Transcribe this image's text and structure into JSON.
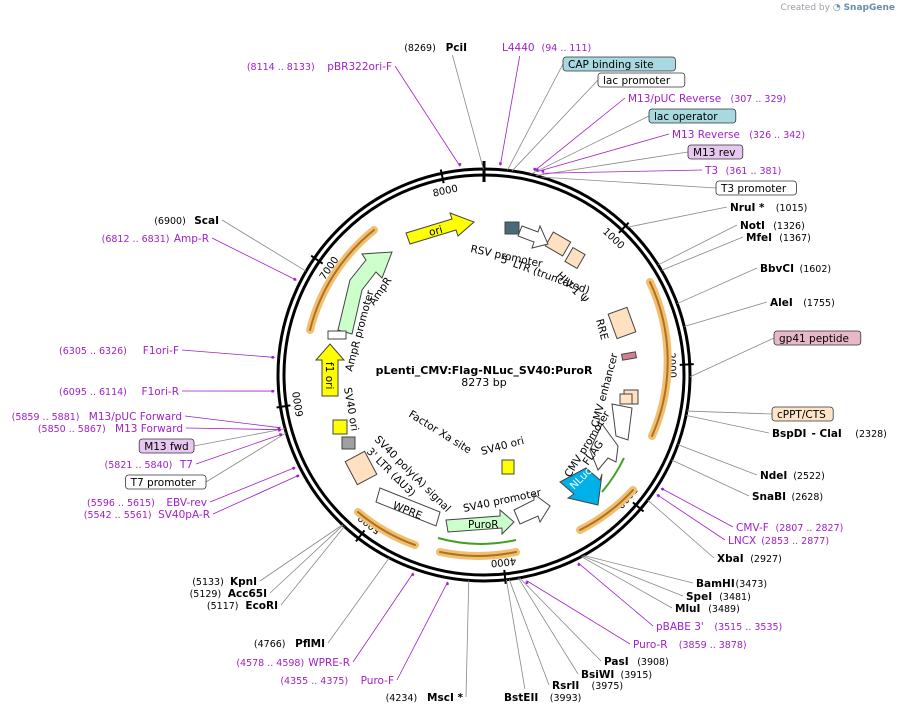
{
  "header": {
    "created_by": "Created by",
    "brand": "SnapGene"
  },
  "plasmid": {
    "name": "pLenti_CMV:Flag-NLuc_SV40:PuroR",
    "length": "8273 bp",
    "total_bp": 8273
  },
  "colors": {
    "primer": "#a020c8",
    "feature_orange": "#f0a040",
    "ori": "#ffff00",
    "ampr": "#ccffcc",
    "lac_box": "#a8d8e0",
    "m13rev_box": "#e8c8f0",
    "gp41_box": "#e8b8c8",
    "cppt_box": "#ffe4c8",
    "nluc": "#00b0e8",
    "puro": "#ccffcc",
    "ltr": "#ffe0c0",
    "grey_box": "#a0a0a0"
  },
  "ticks": [
    {
      "pos": 1000,
      "label": "1000"
    },
    {
      "pos": 2000,
      "label": "2000"
    },
    {
      "pos": 3000,
      "label": "3000"
    },
    {
      "pos": 4000,
      "label": "4000"
    },
    {
      "pos": 5000,
      "label": "5000"
    },
    {
      "pos": 6000,
      "label": "6000"
    },
    {
      "pos": 7000,
      "label": "7000"
    },
    {
      "pos": 8000,
      "label": "8000"
    }
  ],
  "labels": [
    {
      "id": "pci",
      "kind": "site",
      "name": "PciI",
      "coord": "(8269)",
      "bp": 8269
    },
    {
      "id": "l4440",
      "kind": "primer",
      "name": "L4440",
      "coord": "(94 .. 111)",
      "bp": 102
    },
    {
      "id": "cap",
      "kind": "feature-box",
      "name": "CAP binding site",
      "box": "lac_box",
      "bp": 150
    },
    {
      "id": "lacp",
      "kind": "feature-box",
      "name": "lac promoter",
      "box": "white",
      "bp": 180
    },
    {
      "id": "m13puc",
      "kind": "primer",
      "name": "M13/pUC Reverse",
      "coord": "(307 .. 329)",
      "bp": 318
    },
    {
      "id": "lacop",
      "kind": "feature-box",
      "name": "lac operator",
      "box": "lac_box",
      "bp": 300
    },
    {
      "id": "m13rev",
      "kind": "primer",
      "name": "M13 Reverse",
      "coord": "(326 .. 342)",
      "bp": 334
    },
    {
      "id": "m13revbox",
      "kind": "feature-box",
      "name": "M13 rev",
      "box": "m13rev_box",
      "bp": 334
    },
    {
      "id": "t3",
      "kind": "primer",
      "name": "T3",
      "coord": "(361 .. 381)",
      "bp": 371
    },
    {
      "id": "t3p",
      "kind": "feature-box",
      "name": "T3 promoter",
      "box": "white",
      "bp": 371
    },
    {
      "id": "nru",
      "kind": "site",
      "name": "NruI *",
      "coord": "(1015)",
      "bp": 1015
    },
    {
      "id": "not",
      "kind": "site",
      "name": "NotI",
      "coord": "(1326)",
      "bp": 1326
    },
    {
      "id": "mfe",
      "kind": "site",
      "name": "MfeI",
      "coord": "(1367)",
      "bp": 1367
    },
    {
      "id": "bbvci",
      "kind": "site",
      "name": "BbvCI",
      "coord": "(1602)",
      "bp": 1602
    },
    {
      "id": "ale",
      "kind": "site",
      "name": "AleI",
      "coord": "(1755)",
      "bp": 1755
    },
    {
      "id": "gp41",
      "kind": "feature-box",
      "name": "gp41 peptide",
      "box": "gp41_box",
      "bp": 2080
    },
    {
      "id": "cppt",
      "kind": "feature-box",
      "name": "cPPT/CTS",
      "box": "cppt_box",
      "bp": 2300
    },
    {
      "id": "bspdi",
      "kind": "site",
      "name": "BspDI",
      "coord": "(2328)",
      "bp": 2328,
      "extra": "- ClaI"
    },
    {
      "id": "nde",
      "kind": "site",
      "name": "NdeI",
      "coord": "(2522)",
      "bp": 2522
    },
    {
      "id": "snabi",
      "kind": "site",
      "name": "SnaBI",
      "coord": "(2628)",
      "bp": 2628
    },
    {
      "id": "cmvf",
      "kind": "primer",
      "name": "CMV-F",
      "coord": "(2807 .. 2827)",
      "bp": 2817
    },
    {
      "id": "lncx",
      "kind": "primer",
      "name": "LNCX",
      "coord": "(2853 .. 2877)",
      "bp": 2865
    },
    {
      "id": "xba",
      "kind": "site",
      "name": "XbaI",
      "coord": "(2927)",
      "bp": 2927
    },
    {
      "id": "bamhi",
      "kind": "site",
      "name": "BamHI",
      "coord": "(3473)",
      "bp": 3473
    },
    {
      "id": "spe",
      "kind": "site",
      "name": "SpeI",
      "coord": "(3481)",
      "bp": 3481
    },
    {
      "id": "mlu",
      "kind": "site",
      "name": "MluI",
      "coord": "(3489)",
      "bp": 3489
    },
    {
      "id": "pbabe",
      "kind": "primer",
      "name": "pBABE 3'",
      "coord": "(3515 .. 3535)",
      "bp": 3525
    },
    {
      "id": "puror",
      "kind": "primer",
      "name": "Puro-R",
      "coord": "(3859 .. 3878)",
      "bp": 3868
    },
    {
      "id": "pas",
      "kind": "site",
      "name": "PasI",
      "coord": "(3908)",
      "bp": 3908
    },
    {
      "id": "bsiwi",
      "kind": "site",
      "name": "BsiWI",
      "coord": "(3915)",
      "bp": 3915
    },
    {
      "id": "rsrii",
      "kind": "site",
      "name": "RsrII",
      "coord": "(3975)",
      "bp": 3975
    },
    {
      "id": "bsteii",
      "kind": "site",
      "name": "BstEII",
      "coord": "(3993)",
      "bp": 3993
    },
    {
      "id": "msc",
      "kind": "site",
      "name": "MscI *",
      "coord": "(4234)",
      "bp": 4234
    },
    {
      "id": "purof",
      "kind": "primer",
      "name": "Puro-F",
      "coord": "(4355 .. 4375)",
      "bp": 4365
    },
    {
      "id": "wprer",
      "kind": "primer",
      "name": "WPRE-R",
      "coord": "(4578 .. 4598)",
      "bp": 4588
    },
    {
      "id": "pflmi",
      "kind": "site",
      "name": "PflMI",
      "coord": "(4766)",
      "bp": 4766
    },
    {
      "id": "ecori",
      "kind": "site",
      "name": "EcoRI",
      "coord": "(5117)",
      "bp": 5117
    },
    {
      "id": "acc65i",
      "kind": "site",
      "name": "Acc65I",
      "coord": "(5129)",
      "bp": 5129
    },
    {
      "id": "kpni",
      "kind": "site",
      "name": "KpnI",
      "coord": "(5133)",
      "bp": 5133
    },
    {
      "id": "sv40par",
      "kind": "primer",
      "name": "SV40pA-R",
      "coord": "(5542 .. 5561)",
      "bp": 5551
    },
    {
      "id": "ebvrev",
      "kind": "primer",
      "name": "EBV-rev",
      "coord": "(5596 .. 5615)",
      "bp": 5605
    },
    {
      "id": "t7p",
      "kind": "feature-box",
      "name": "T7 promoter",
      "box": "white",
      "bp": 5830
    },
    {
      "id": "t7",
      "kind": "primer",
      "name": "T7",
      "coord": "(5821 .. 5840)",
      "bp": 5830
    },
    {
      "id": "m13fwdbox",
      "kind": "feature-box",
      "name": "M13 fwd",
      "box": "m13rev_box",
      "bp": 5858
    },
    {
      "id": "m13fwd",
      "kind": "primer",
      "name": "M13 Forward",
      "coord": "(5850 .. 5867)",
      "bp": 5858
    },
    {
      "id": "m13pucf",
      "kind": "primer",
      "name": "M13/pUC Forward",
      "coord": "(5859 .. 5881)",
      "bp": 5870
    },
    {
      "id": "f1orir",
      "kind": "primer",
      "name": "F1ori-R",
      "coord": "(6095 .. 6114)",
      "bp": 6104
    },
    {
      "id": "f1orif",
      "kind": "primer",
      "name": "F1ori-F",
      "coord": "(6305 .. 6326)",
      "bp": 6315
    },
    {
      "id": "ampr",
      "kind": "primer",
      "name": "Amp-R",
      "coord": "(6812 .. 6831)",
      "bp": 6821
    },
    {
      "id": "scai",
      "kind": "site",
      "name": "ScaI",
      "coord": "(6900)",
      "bp": 6900
    },
    {
      "id": "pbr",
      "kind": "primer",
      "name": "pBR322ori-F",
      "coord": "(8114 .. 8133)",
      "bp": 8123
    }
  ],
  "inner_labels": [
    {
      "id": "rsv",
      "text": "RSV promoter"
    },
    {
      "id": "ltr5",
      "text": "5' LTR (truncated)"
    },
    {
      "id": "hiv",
      "text": "HIV-1 Ψ"
    },
    {
      "id": "rre",
      "text": "RRE"
    },
    {
      "id": "cmvenh",
      "text": "CMV enhancer"
    },
    {
      "id": "cmvpro",
      "text": "CMV promoter"
    },
    {
      "id": "flag",
      "text": "FLAG"
    },
    {
      "id": "nluc",
      "text": "NLuc"
    },
    {
      "id": "sv40pro",
      "text": "SV40 promoter"
    },
    {
      "id": "puro",
      "text": "PuroR"
    },
    {
      "id": "sv40ori",
      "text": "SV40 ori"
    },
    {
      "id": "factorxa",
      "text": "Factor Xa site"
    },
    {
      "id": "wpre",
      "text": "WPRE"
    },
    {
      "id": "ltr3",
      "text": "3' LTR (ΔU3)"
    },
    {
      "id": "sv40pa",
      "text": "SV40 poly(A) signal"
    },
    {
      "id": "sv40ori2",
      "text": "SV40 ori"
    },
    {
      "id": "f1ori",
      "text": "f1 ori"
    },
    {
      "id": "amprpro",
      "text": "AmpR promoter"
    },
    {
      "id": "ampr",
      "text": "AmpR"
    },
    {
      "id": "ori",
      "text": "ori"
    }
  ]
}
